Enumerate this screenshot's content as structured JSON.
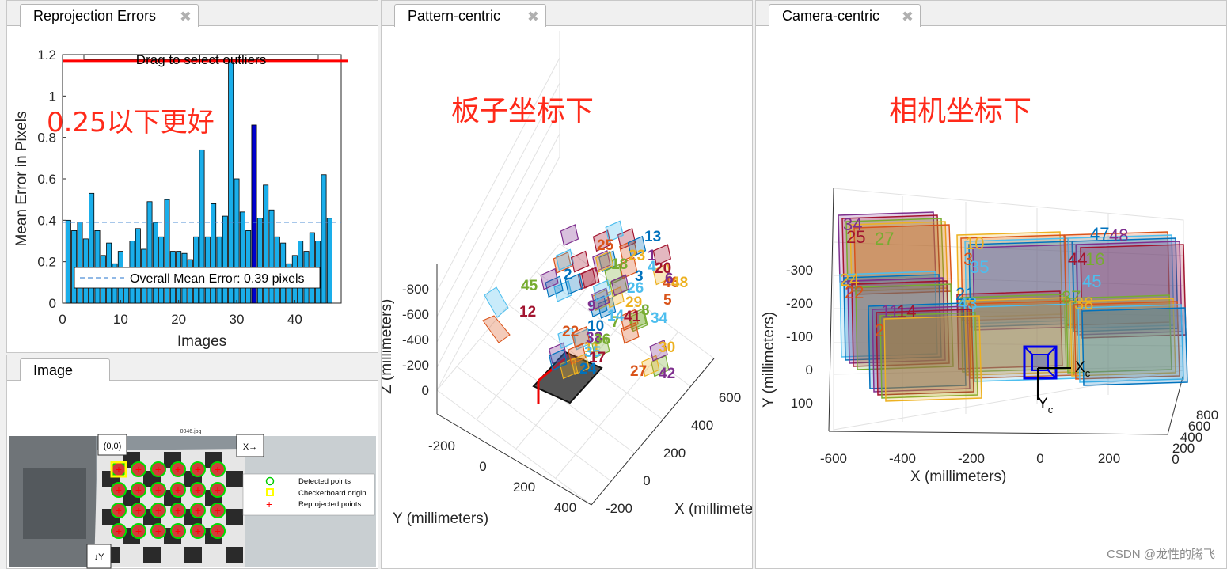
{
  "tabs": {
    "reprojection": "Reprojection Errors",
    "image": "Image",
    "pattern": "Pattern-centric",
    "camera": "Camera-centric"
  },
  "annotations": {
    "reprojection_note": "0.25以下更好",
    "pattern_note": "板子坐标下",
    "camera_note": "相机坐标下"
  },
  "watermark": "CSDN @龙性的腾飞",
  "chart_data": {
    "type": "bar",
    "title": "Drag to select outliers",
    "xlabel": "Images",
    "ylabel": "Mean Error in Pixels",
    "xticks": [
      "0",
      "10",
      "20",
      "30",
      "40"
    ],
    "yticks": [
      "0",
      "0.2",
      "0.4",
      "0.6",
      "0.8",
      "1",
      "1.2"
    ],
    "ylim": [
      0,
      1.2
    ],
    "xlim": [
      0,
      48
    ],
    "values": [
      0.4,
      0.35,
      0.39,
      0.31,
      0.53,
      0.35,
      0.23,
      0.29,
      0.19,
      0.25,
      0.12,
      0.3,
      0.36,
      0.26,
      0.49,
      0.39,
      0.32,
      0.5,
      0.25,
      0.25,
      0.24,
      0.21,
      0.32,
      0.74,
      0.32,
      0.48,
      0.32,
      0.42,
      1.17,
      0.6,
      0.44,
      0.35,
      0.86,
      0.41,
      0.57,
      0.45,
      0.32,
      0.29,
      0.19,
      0.23,
      0.3,
      0.25,
      0.34,
      0.3,
      0.62,
      0.41
    ],
    "highlighted_index": 32,
    "threshold": 1.17,
    "mean_error": 0.39,
    "legend": "Overall Mean Error: 0.39 pixels",
    "colors": {
      "bar": "#1aaeea",
      "highlight": "#0000cc",
      "mean": "#4f8fd6",
      "threshold": "#ff0000"
    }
  },
  "image_view": {
    "filename": "0046.jpg",
    "origin_label": "(0,0)",
    "x_label": "X→",
    "y_label": "↓Y",
    "legend": [
      "Detected points",
      "Checkerboard origin",
      "Reprojected points"
    ]
  },
  "pattern_view": {
    "z_label": "Z (millimeters)",
    "y_label": "Y (millimeters)",
    "x_label": "X (millimeters)",
    "z_ticks": [
      "-800",
      "-600",
      "-400",
      "-200",
      "0"
    ],
    "y_ticks": [
      "-200",
      "0",
      "200",
      "400"
    ],
    "x_ticks": [
      "600",
      "400",
      "200",
      "0",
      "-200"
    ],
    "labels": [
      "13",
      "25",
      "23",
      "1",
      "18",
      "4",
      "20",
      "3",
      "46",
      "48",
      "6",
      "45",
      "26",
      "12",
      "2",
      "5",
      "29",
      "9",
      "8",
      "34",
      "41",
      "10",
      "22",
      "11",
      "38",
      "36",
      "35",
      "17",
      "24",
      "27",
      "30",
      "42",
      "7",
      "14"
    ]
  },
  "camera_view": {
    "y_label": "Y (millimeters)",
    "x_label": "X (millimeters)",
    "y_ticks": [
      "-300",
      "-200",
      "-100",
      "0",
      "100"
    ],
    "x_ticks": [
      "-600",
      "-400",
      "-200",
      "0",
      "200"
    ],
    "z_ticks": [
      "800",
      "600",
      "400",
      "200",
      "0"
    ],
    "xc_label": "Xc",
    "yc_label": "Yc",
    "labels": [
      "34",
      "25",
      "27",
      "10",
      "3",
      "35",
      "47",
      "48",
      "44",
      "16",
      "24",
      "22",
      "45",
      "21",
      "11",
      "14",
      "37",
      "38",
      "2",
      "43"
    ]
  }
}
